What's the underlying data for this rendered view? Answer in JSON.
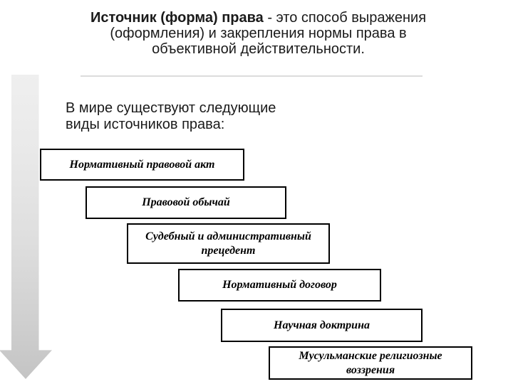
{
  "slide": {
    "title": {
      "bold": "Источник (форма) права",
      "rest": " - это способ выражения (оформления) и закрепления нормы права в объективной действительности."
    },
    "intro": "В мире существуют следующие виды источников права:",
    "boxes": [
      "Нормативный правовой акт",
      "Правовой обычай",
      "Судебный и административный прецедент",
      "Нормативный договор",
      "Научная доктрина",
      "Мусульманские религиозные воззрения"
    ],
    "arrow": {
      "direction": "down",
      "gradient_top": "#efefef",
      "gradient_bottom": "#c4c4c4"
    },
    "divider_color": "#dcdcdc"
  }
}
